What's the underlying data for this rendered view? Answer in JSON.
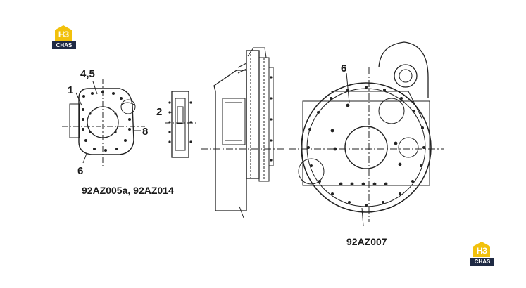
{
  "logo": {
    "mark": "НЗ",
    "word": "CHAS"
  },
  "callouts": {
    "c1": "1",
    "c45": "4,5",
    "c2": "2",
    "c8": "8",
    "c6a": "6",
    "c6b": "6"
  },
  "captions": {
    "left": "92AZ005a, 92AZ014",
    "right": "92AZ007"
  },
  "colors": {
    "line": "#222222",
    "logo_yellow": "#f2c10c",
    "logo_navy": "#1f2a44"
  }
}
